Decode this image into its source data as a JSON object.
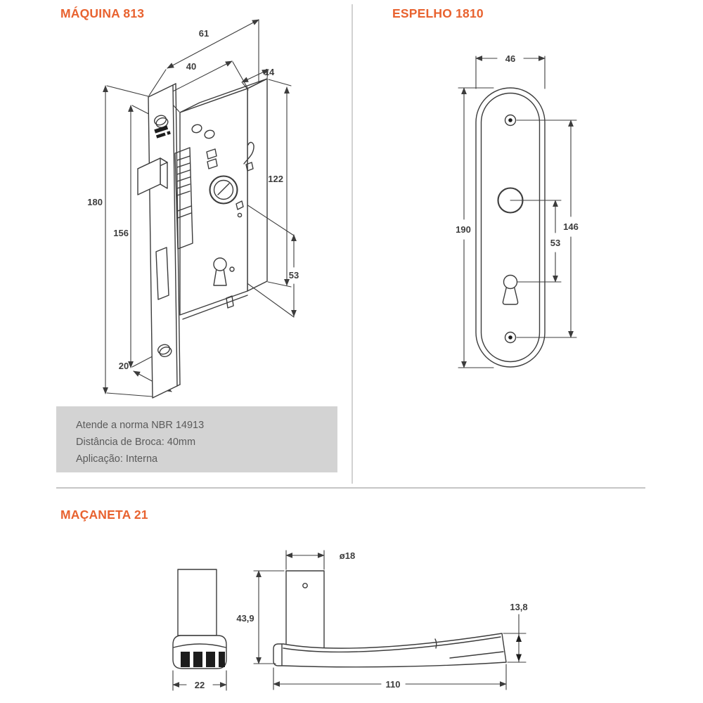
{
  "page": {
    "accent_color": "#e8622f",
    "line_color": "#3c3c3c",
    "infobox_bg": "#d3d3d3"
  },
  "panels": {
    "maquina": {
      "title": "MÁQUINA 813",
      "dims": {
        "d61": "61",
        "d40": "40",
        "d14": "14",
        "d122": "122",
        "d180": "180",
        "d156": "156",
        "d53": "53",
        "d20": "20"
      },
      "info_box": {
        "line1": "Atende a norma NBR 14913",
        "line2": "Distância de Broca: 40mm",
        "line3": "Aplicação: Interna"
      }
    },
    "espelho": {
      "title": "ESPELHO 1810",
      "dims": {
        "d46": "46",
        "d190": "190",
        "d146": "146",
        "d53": "53"
      }
    },
    "macaneta": {
      "title": "MAÇANETA 21",
      "dims": {
        "d18": "ø18",
        "d439": "43,9",
        "d138": "13,8",
        "d22": "22",
        "d110": "110"
      }
    }
  }
}
